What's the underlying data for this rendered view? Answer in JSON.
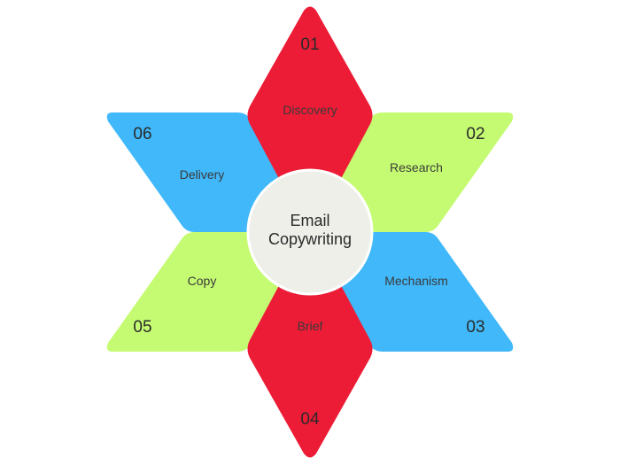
{
  "colors": {
    "red": "#ed1c36",
    "green": "#c5fb72",
    "blue": "#40b8fa",
    "center_fill": "#efefea",
    "center_stroke": "#ffffff"
  },
  "center": {
    "line1": "Email",
    "line2": "Copywriting"
  },
  "steps": [
    {
      "number": "01",
      "label": "Discovery",
      "color": "red"
    },
    {
      "number": "02",
      "label": "Research",
      "color": "green"
    },
    {
      "number": "03",
      "label": "Mechanism",
      "color": "blue"
    },
    {
      "number": "04",
      "label": "Brief",
      "color": "red"
    },
    {
      "number": "05",
      "label": "Copy",
      "color": "green"
    },
    {
      "number": "06",
      "label": "Delivery",
      "color": "blue"
    }
  ]
}
